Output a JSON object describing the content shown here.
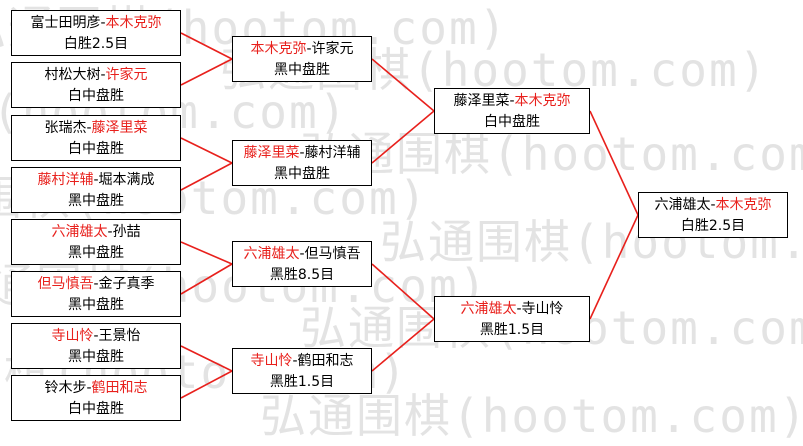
{
  "watermark": {
    "text": "弘通围棋(hootom.com)",
    "color": "#e3e3e3"
  },
  "colors": {
    "winner": "#e8201c",
    "connector": "#e8201c",
    "border": "#000000"
  },
  "round1": [
    {
      "p1": "富士田明彦",
      "p2": "本木克弥",
      "winner": 2,
      "result": "白胜2.5目"
    },
    {
      "p1": "村松大树",
      "p2": "许家元",
      "winner": 2,
      "result": "白中盘胜"
    },
    {
      "p1": "张瑞杰",
      "p2": "藤泽里菜",
      "winner": 2,
      "result": "白中盘胜"
    },
    {
      "p1": "藤村洋辅",
      "p2": "堀本满成",
      "winner": 1,
      "result": "黑中盘胜"
    },
    {
      "p1": "六浦雄太",
      "p2": "孙喆",
      "winner": 1,
      "result": "黑中盘胜"
    },
    {
      "p1": "但马慎吾",
      "p2": "金子真季",
      "winner": 1,
      "result": "黑中盘胜"
    },
    {
      "p1": "寺山怜",
      "p2": "王景怡",
      "winner": 1,
      "result": "黑中盘胜"
    },
    {
      "p1": "铃木步",
      "p2": "鹤田和志",
      "winner": 2,
      "result": "白中盘胜"
    }
  ],
  "round2": [
    {
      "p1": "本木克弥",
      "p2": "许家元",
      "winner": 1,
      "result": "黑中盘胜"
    },
    {
      "p1": "藤泽里菜",
      "p2": "藤村洋辅",
      "winner": 1,
      "result": "黑中盘胜"
    },
    {
      "p1": "六浦雄太",
      "p2": "但马慎吾",
      "winner": 1,
      "result": "黑胜8.5目"
    },
    {
      "p1": "寺山怜",
      "p2": "鹤田和志",
      "winner": 1,
      "result": "黑胜1.5目"
    }
  ],
  "semifinal": [
    {
      "p1": "藤泽里菜",
      "p2": "本木克弥",
      "winner": 2,
      "result": "白中盘胜"
    },
    {
      "p1": "六浦雄太",
      "p2": "寺山怜",
      "winner": 1,
      "result": "黑胜1.5目"
    }
  ],
  "final": {
    "p1": "六浦雄太",
    "p2": "本木克弥",
    "winner": 2,
    "result": "白胜2.5目"
  }
}
